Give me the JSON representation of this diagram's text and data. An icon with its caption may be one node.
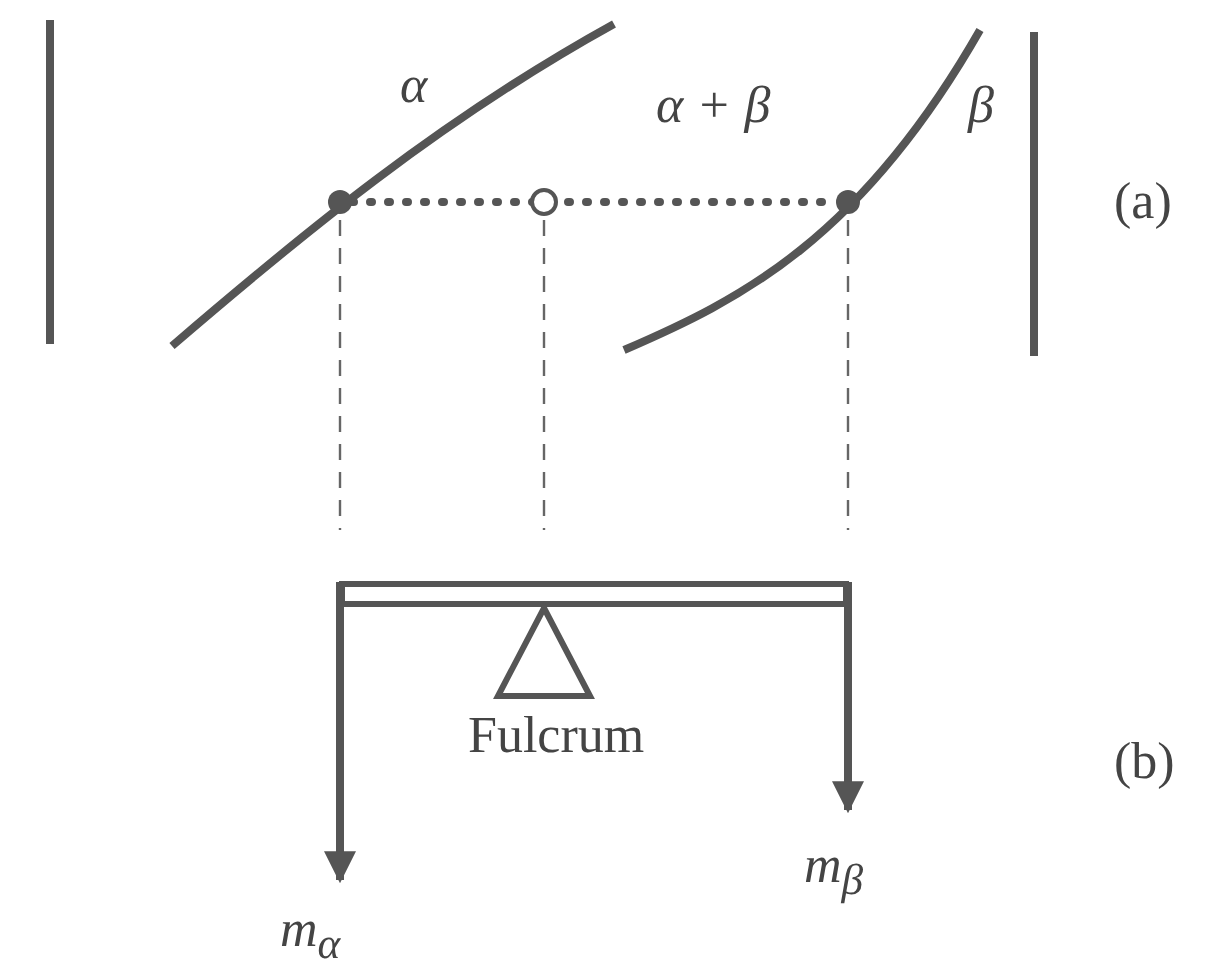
{
  "diagram": {
    "labels": [
      "α",
      "α + β",
      "β",
      "(a)",
      "Fulcrum",
      "(b)",
      "m$_{β}$",
      "m$_{α}$"
    ]
  }
}
